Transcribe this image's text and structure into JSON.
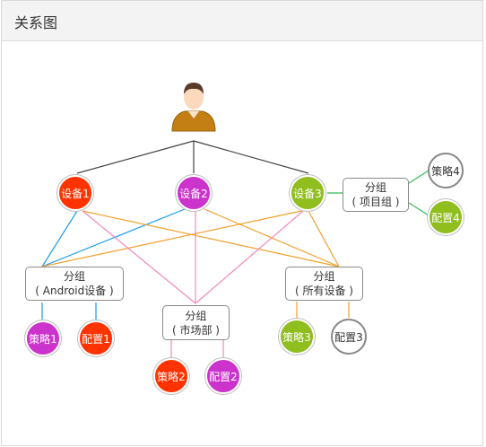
{
  "header": {
    "title": "关系图"
  },
  "colors": {
    "red": "#ff3300",
    "purple": "#cc33cc",
    "green": "#8fbe1e",
    "white": "#ffffff",
    "line_gray": "#444444",
    "line_blue": "#1a9be8",
    "line_orange": "#f0a030",
    "line_pink": "#ee88bb",
    "line_green": "#33bb55"
  },
  "user": {
    "icon": "user-avatar-icon"
  },
  "devices": [
    {
      "label": "设备1",
      "color": "red"
    },
    {
      "label": "设备2",
      "color": "purple"
    },
    {
      "label": "设备3",
      "color": "green"
    }
  ],
  "groups": [
    {
      "line1": "分组",
      "line2": "( Android设备 )"
    },
    {
      "line1": "分组",
      "line2": "( 市场部 )"
    },
    {
      "line1": "分组",
      "line2": "( 所有设备 )"
    },
    {
      "line1": "分组",
      "line2": "( 项目组 )"
    }
  ],
  "leaves": [
    {
      "label": "策略1",
      "color": "purple"
    },
    {
      "label": "配置1",
      "color": "red"
    },
    {
      "label": "策略2",
      "color": "red"
    },
    {
      "label": "配置2",
      "color": "purple"
    },
    {
      "label": "策略3",
      "color": "green"
    },
    {
      "label": "配置3",
      "color": "white"
    },
    {
      "label": "策略4",
      "color": "white"
    },
    {
      "label": "配置4",
      "color": "green"
    }
  ]
}
